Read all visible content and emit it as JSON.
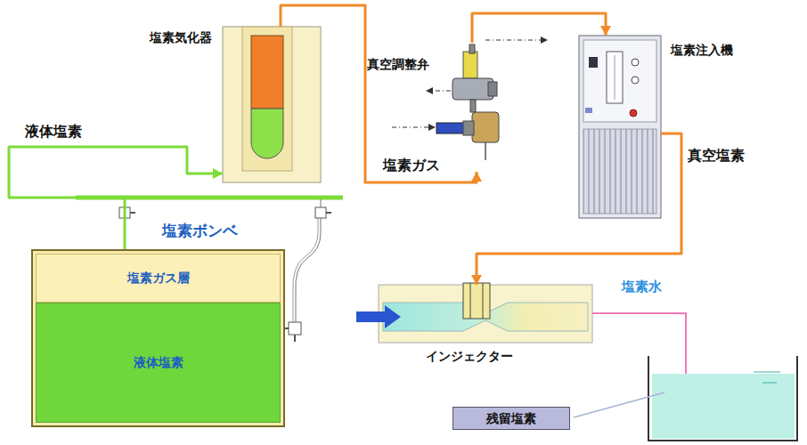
{
  "diagram": {
    "nodes": [
      {
        "text": [
          "塩素気化器"
        ]
      },
      {
        "text": [
          "真空調整弁"
        ]
      },
      {
        "text": [
          "塩素注入機"
        ]
      },
      {
        "text": [
          "塩素ボンベ"
        ]
      },
      {
        "text": [
          "塩素ガス層"
        ],
        "in": 3
      },
      {
        "text": [
          "液体塩素"
        ],
        "in": 3
      },
      {
        "text": [
          "インジェクター"
        ]
      },
      {
        "text": [
          "残留塩素"
        ]
      }
    ],
    "edges": [
      {
        "from": 3,
        "to": 0,
        "arrow": "to",
        "label": "液体塩素"
      },
      {
        "from": 0,
        "to": 1,
        "arrow": "to",
        "label": "塩素ガス"
      },
      {
        "from": 1,
        "to": 2,
        "arrow": "to"
      },
      {
        "from": 2,
        "to": 6,
        "arrow": "to",
        "label": "真空塩素"
      }
    ],
    "labels": [
      "塩素水"
    ]
  }
}
